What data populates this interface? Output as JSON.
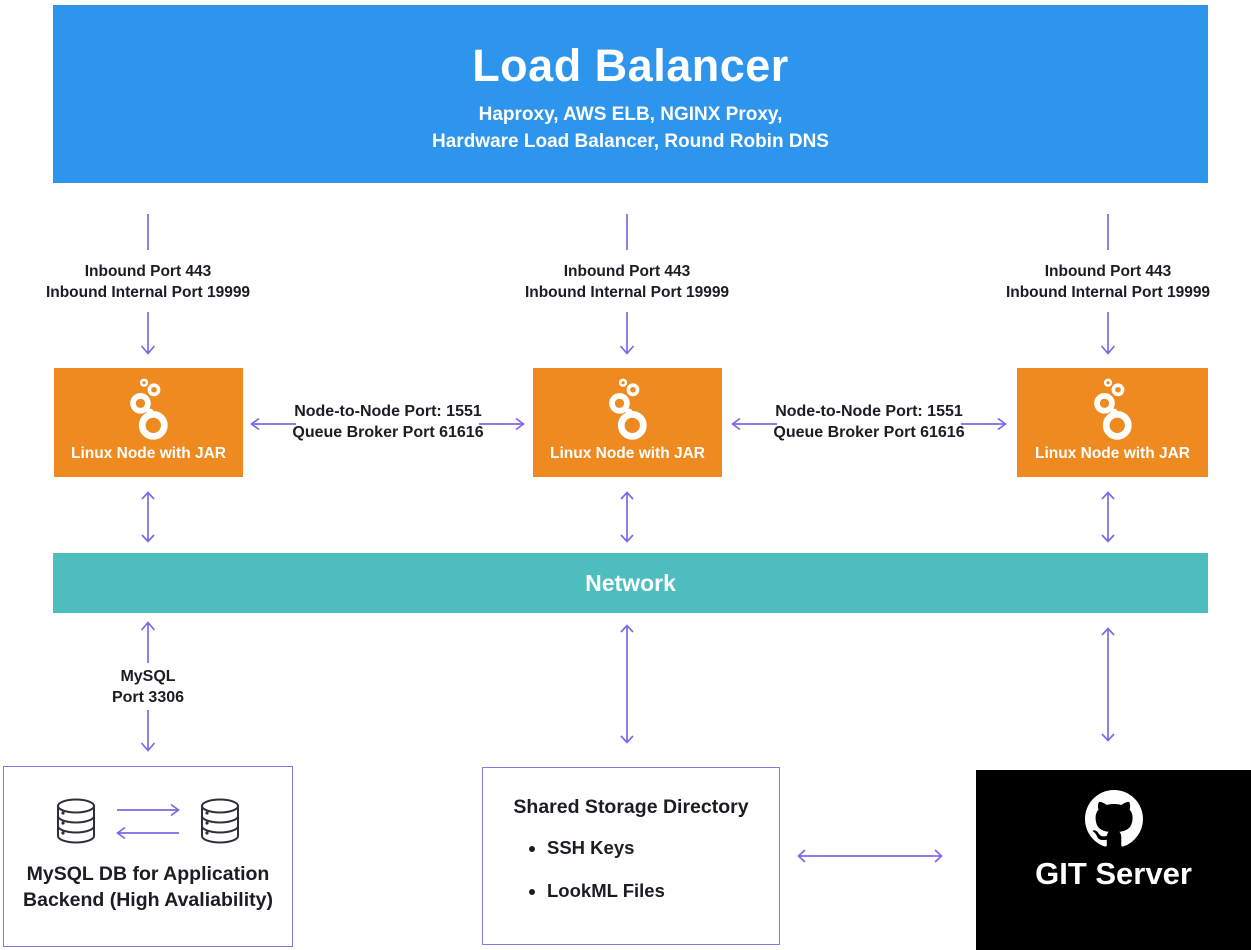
{
  "colors": {
    "blue": "#2E95EC",
    "orange": "#EE8A1F",
    "teal": "#4DBDBD",
    "purple": "#7B6AE6",
    "purple_border": "#8478E6",
    "ink": "#1C1C22"
  },
  "load_balancer": {
    "title": "Load Balancer",
    "subtitle1": "Haproxy, AWS ELB, NGINX Proxy,",
    "subtitle2": "Hardware Load Balancer, Round Robin DNS"
  },
  "inbound": {
    "line1": "Inbound Port 443",
    "line2": "Inbound Internal Port 19999"
  },
  "node": {
    "label": "Linux Node with JAR"
  },
  "internode": {
    "line1": "Node-to-Node Port: 1551",
    "line2": "Queue Broker Port 61616"
  },
  "network": {
    "label": "Network"
  },
  "mysql_link": {
    "line1": "MySQL",
    "line2": "Port 3306"
  },
  "mysql_db": {
    "line1": "MySQL DB for Application",
    "line2": "Backend (High Avaliability)"
  },
  "shared_storage": {
    "title": "Shared Storage Directory",
    "items": [
      "SSH Keys",
      "LookML Files"
    ]
  },
  "git": {
    "label": "GIT Server"
  }
}
